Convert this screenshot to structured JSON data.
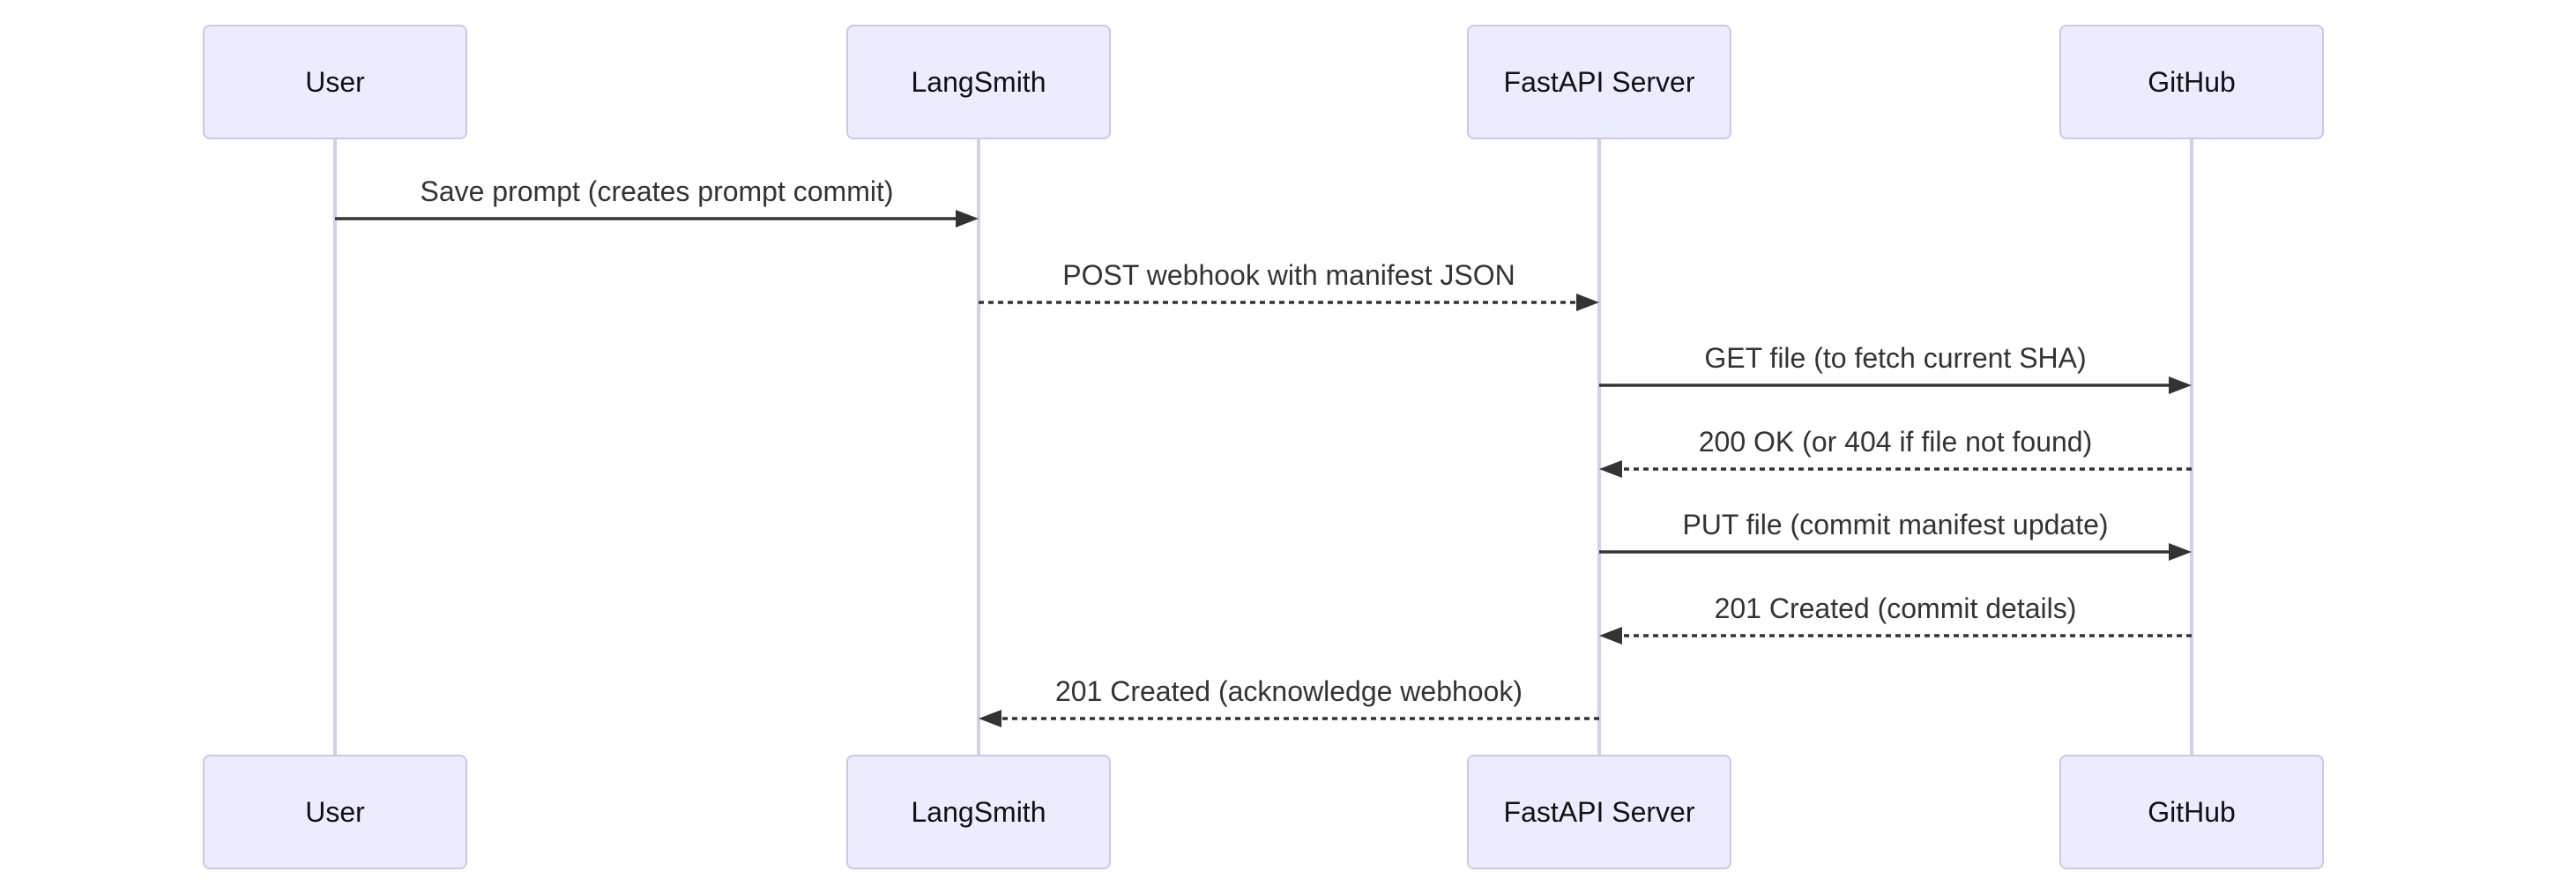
{
  "diagram": {
    "kind": "sequence-diagram",
    "actors": [
      {
        "id": "user",
        "label": "User"
      },
      {
        "id": "langsmith",
        "label": "LangSmith"
      },
      {
        "id": "fastapi",
        "label": "FastAPI Server"
      },
      {
        "id": "github",
        "label": "GitHub"
      }
    ],
    "messages": [
      {
        "from": "user",
        "to": "langsmith",
        "label": "Save prompt (creates prompt commit)",
        "line": "solid"
      },
      {
        "from": "langsmith",
        "to": "fastapi",
        "label": "POST webhook with manifest JSON",
        "line": "dashed"
      },
      {
        "from": "fastapi",
        "to": "github",
        "label": "GET file (to fetch current SHA)",
        "line": "solid"
      },
      {
        "from": "github",
        "to": "fastapi",
        "label": "200 OK (or 404 if file not found)",
        "line": "dashed"
      },
      {
        "from": "fastapi",
        "to": "github",
        "label": "PUT file (commit manifest update)",
        "line": "solid"
      },
      {
        "from": "github",
        "to": "fastapi",
        "label": "201 Created (commit details)",
        "line": "dashed"
      },
      {
        "from": "fastapi",
        "to": "langsmith",
        "label": "201 Created (acknowledge webhook)",
        "line": "dashed"
      }
    ],
    "colors": {
      "background": "#FFFFFF",
      "actor_fill": "#ECECFF",
      "actor_border": "#CCC6E8",
      "lifeline": "#D5CDEE",
      "message_line": "#333333",
      "message_text": "#333333",
      "actor_text": "#111111"
    }
  }
}
